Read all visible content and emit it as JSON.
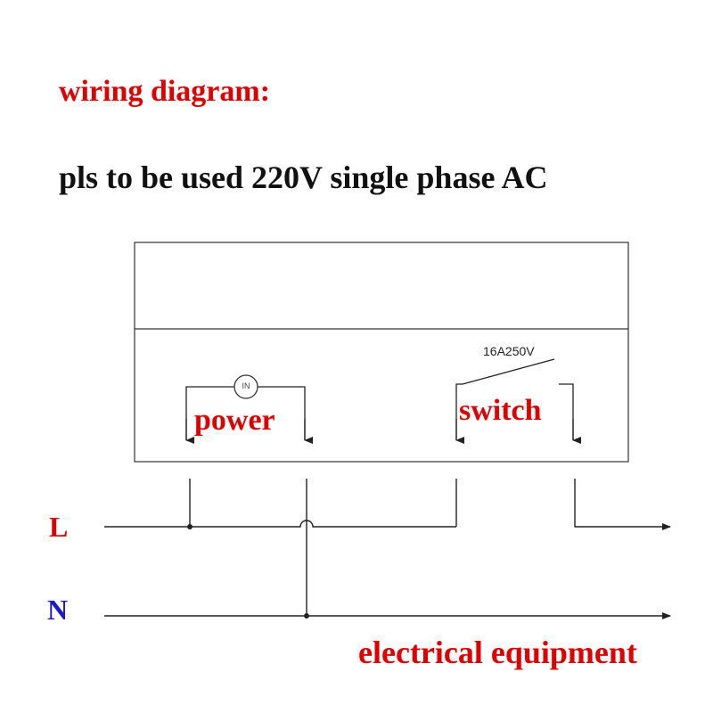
{
  "title": "wiring diagram:",
  "subtitle": "pls to be used 220V single phase AC",
  "device": {
    "power_label": "power",
    "power_indicator": "IN",
    "switch_label": "switch",
    "switch_rating": "16A250V"
  },
  "lines": {
    "live": "L",
    "neutral": "N"
  },
  "load_label": "electrical equipment",
  "colors": {
    "label_red": "#e00000",
    "neutral_blue": "#1a1acc",
    "line_black": "#222222"
  }
}
